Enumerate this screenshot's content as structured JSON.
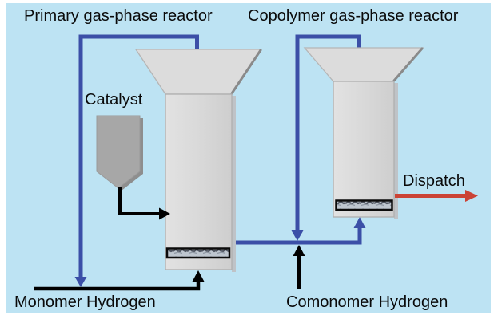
{
  "diagram": {
    "reactors": {
      "primary": {
        "title": "Primary gas-phase reactor"
      },
      "copolymer": {
        "title": "Copolymer gas-phase reactor"
      }
    },
    "labels": {
      "catalyst": "Catalyst",
      "dispatch": "Dispatch",
      "monomer_feed": "Monomer Hydrogen",
      "comonomer_feed": "Comonomer Hydrogen"
    },
    "colors": {
      "background": "#BDE3F3",
      "recycle_line_blue": "#3B4FA7",
      "feed_line_black": "#000000",
      "dispatch_red": "#CB4335",
      "vessel_gray": "#DCDCDC",
      "hopper_gray": "#A7A7A7"
    }
  }
}
